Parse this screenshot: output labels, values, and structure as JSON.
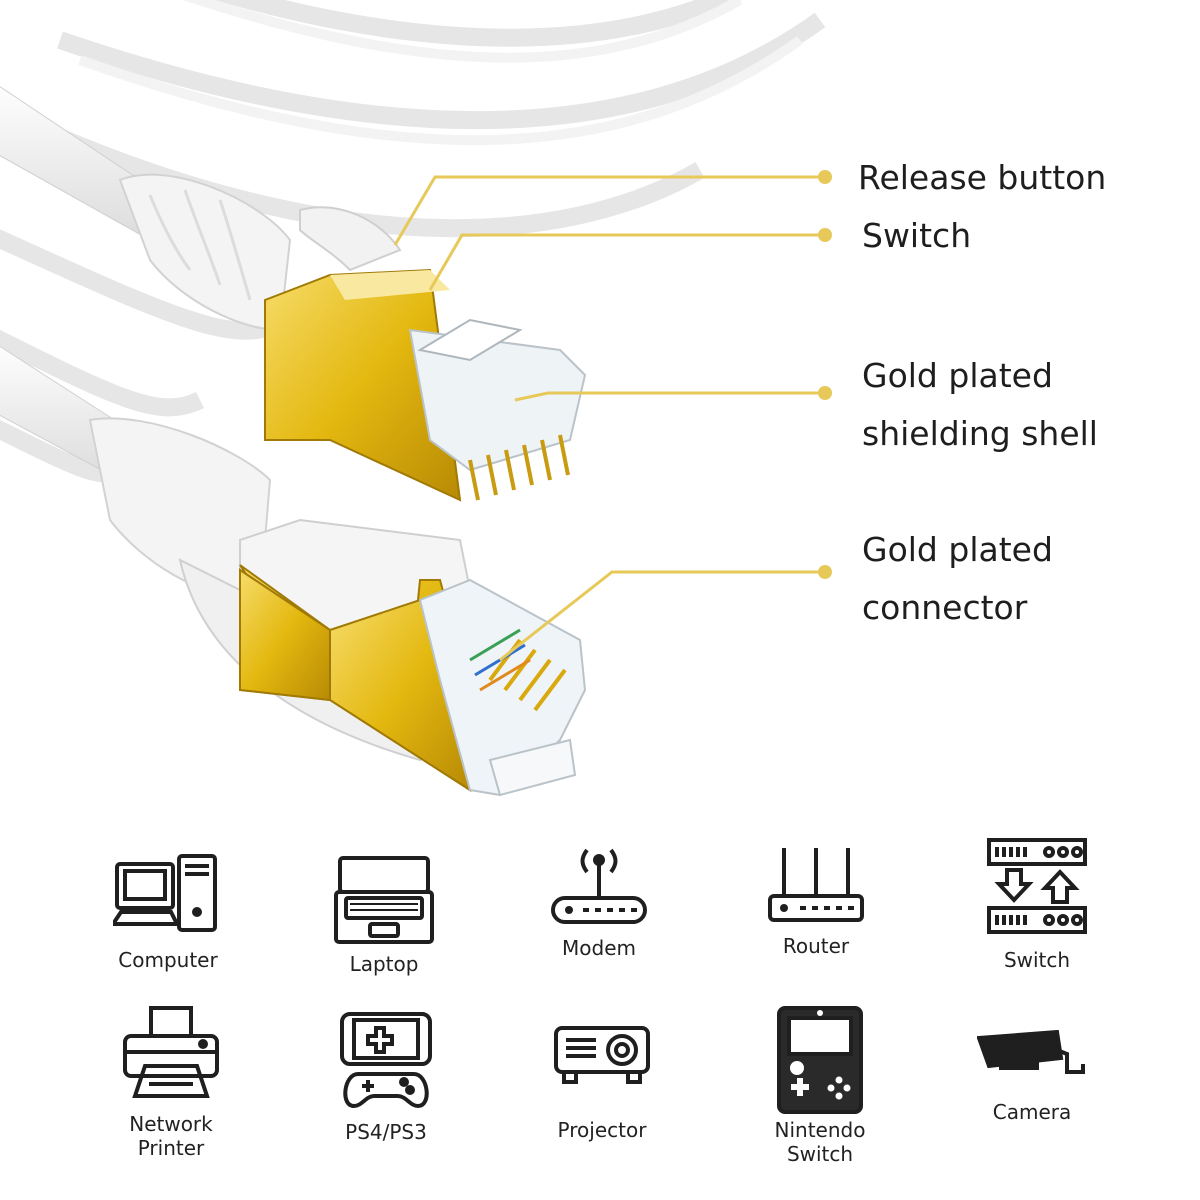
{
  "callouts": {
    "release_button": "Release button",
    "switch": "Switch",
    "gold_shell_line1": "Gold plated",
    "gold_shell_line2": "shielding shell",
    "gold_connector_line1": "Gold plated",
    "gold_connector_line2": "connector"
  },
  "colors": {
    "gold": "#e3b80f",
    "leader": "#e7c95a",
    "icon": "#1f1f1f"
  },
  "devices": [
    {
      "label": "Computer",
      "icon": "computer-icon"
    },
    {
      "label": "Laptop",
      "icon": "laptop-icon"
    },
    {
      "label": "Modem",
      "icon": "modem-icon"
    },
    {
      "label": "Router",
      "icon": "router-icon"
    },
    {
      "label": "Switch",
      "icon": "switch-icon"
    },
    {
      "label": "Network\nPrinter",
      "icon": "printer-icon"
    },
    {
      "label": "PS4/PS3",
      "icon": "game-console-icon"
    },
    {
      "label": "Projector",
      "icon": "projector-icon"
    },
    {
      "label": "Nintendo\nSwitch",
      "icon": "nintendo-icon"
    },
    {
      "label": "Camera",
      "icon": "camera-icon"
    }
  ]
}
